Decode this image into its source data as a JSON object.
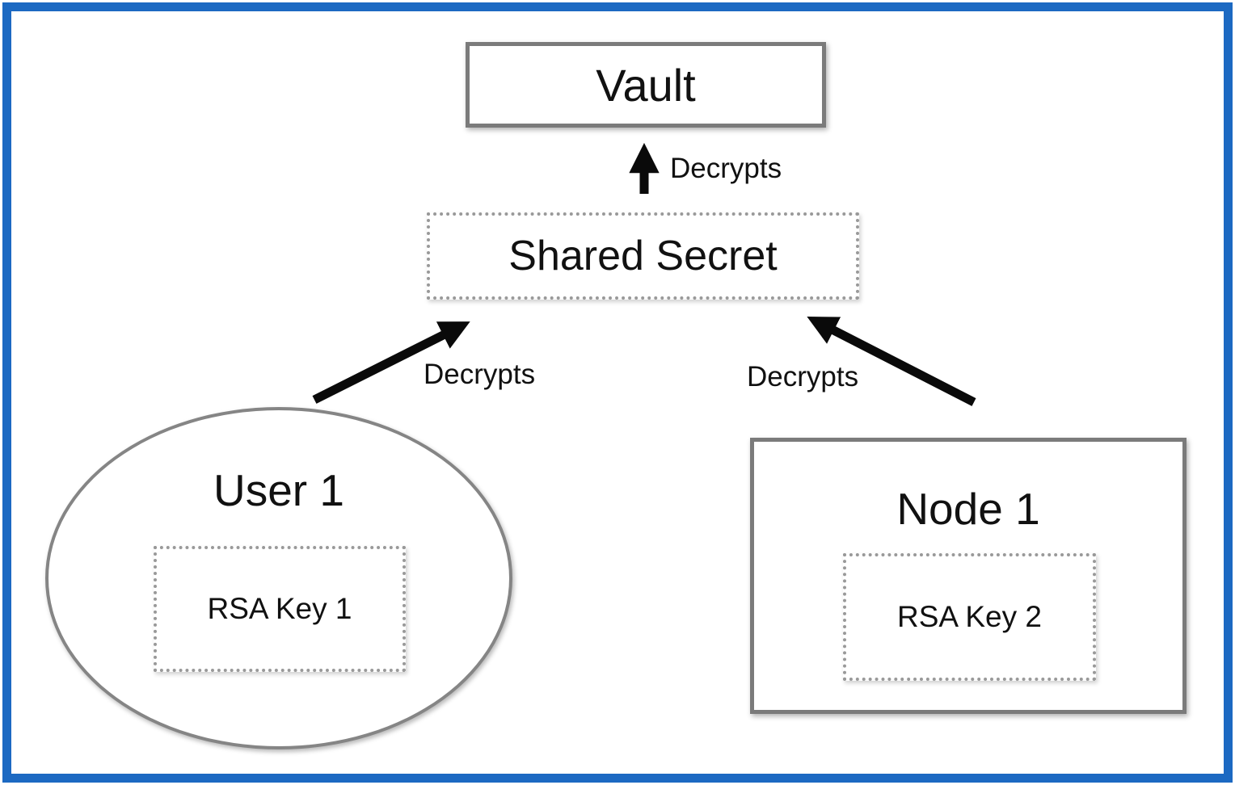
{
  "nodes": {
    "vault": {
      "label": "Vault"
    },
    "shared_secret": {
      "label": "Shared Secret"
    },
    "user1": {
      "label": "User 1",
      "key": {
        "label": "RSA Key 1"
      }
    },
    "node1": {
      "label": "Node 1",
      "key": {
        "label": "RSA Key 2"
      }
    }
  },
  "edges": {
    "shared_to_vault": {
      "label": "Decrypts"
    },
    "user1_to_shared": {
      "label": "Decrypts"
    },
    "node1_to_shared": {
      "label": "Decrypts"
    }
  },
  "colors": {
    "frame_blue": "#1c69c2",
    "solid_border_gray": "#7b7b7b",
    "dotted_border_gray": "#999999",
    "arrow_black": "#0a0a0a",
    "text_black": "#111111"
  }
}
